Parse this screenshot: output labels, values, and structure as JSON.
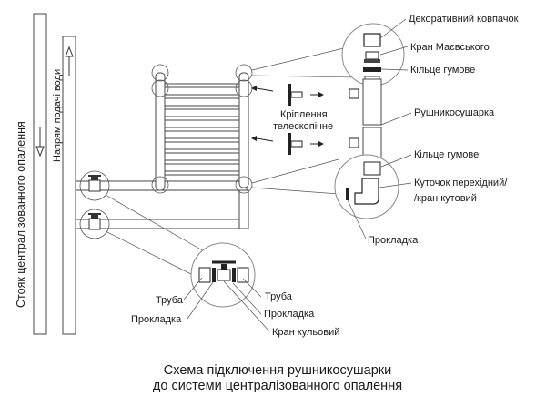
{
  "riser_label": "Стояк централізованного опалення",
  "flow_label": "Напрям подачі води",
  "labels": {
    "decorative_cap": "Декоративний ковпачок",
    "mayevsky_valve": "Кран Маєвського",
    "rubber_ring_top": "Кільце гумове",
    "towel_dryer": "Рушникосушарка",
    "rubber_ring_bottom": "Кільце гумове",
    "adapter_corner_line1": "Куточок перехідний/",
    "adapter_corner_line2": "/кран кутовий",
    "gasket_right": "Прокладка",
    "mount_line1": "Кріплення",
    "mount_line2": "телескопічне",
    "pipe_left": "Труба",
    "gasket_left": "Прокладка",
    "pipe_right": "Труба",
    "gasket_lower_right": "Прокладка",
    "ball_valve": "Кран кульовий"
  },
  "caption": {
    "line1": "Схема підключення рушникосушарки",
    "line2": "до системи централізованного опалення"
  }
}
